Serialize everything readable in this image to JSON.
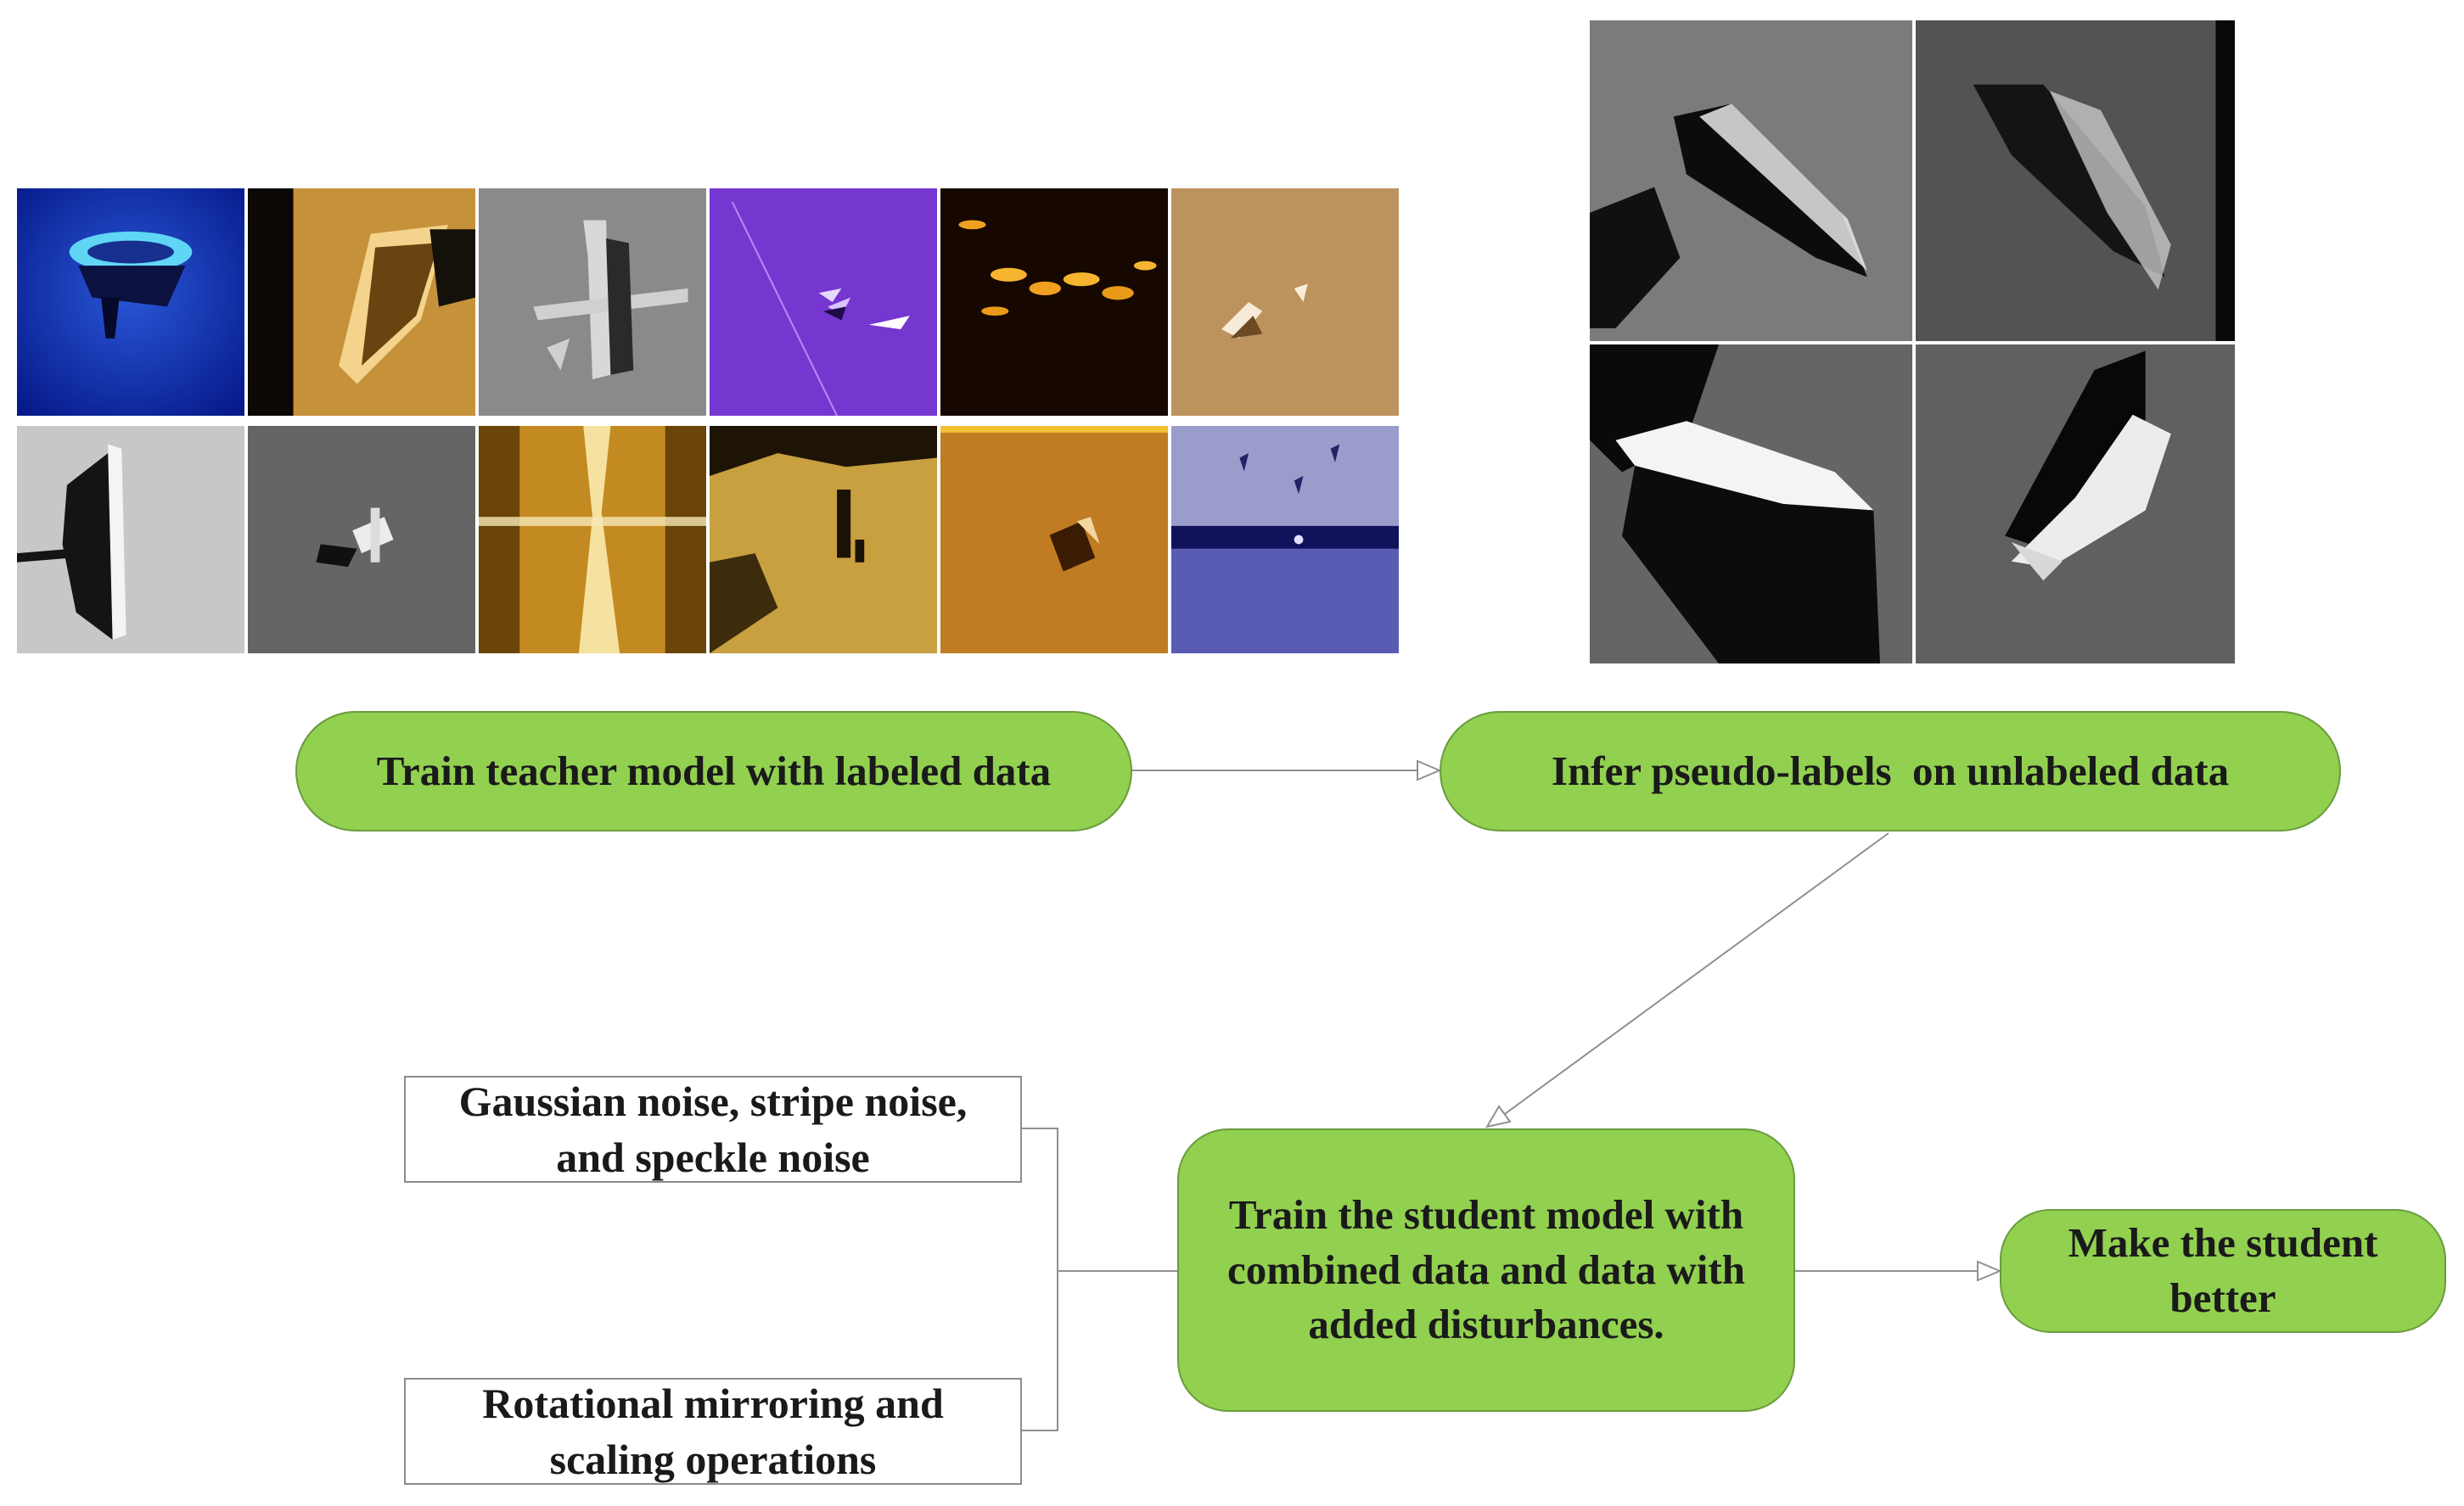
{
  "figure": {
    "labeled_samples": [
      {
        "icon": "sonar-shipwreck-image"
      },
      {
        "icon": "sonar-shipwreck-image"
      },
      {
        "icon": "sonar-airplane-image"
      },
      {
        "icon": "sonar-fish-image"
      },
      {
        "icon": "sonar-fish-school-image"
      },
      {
        "icon": "sonar-target-image"
      },
      {
        "icon": "sonar-shipwreck-image"
      },
      {
        "icon": "sonar-airplane-image"
      },
      {
        "icon": "sonar-pipeline-image"
      },
      {
        "icon": "sonar-shipwreck-image"
      },
      {
        "icon": "sonar-target-image"
      },
      {
        "icon": "sonar-fish-school-image"
      }
    ],
    "unlabeled_samples": [
      {
        "icon": "sonar-shipwreck-image"
      },
      {
        "icon": "sonar-shipwreck-image"
      },
      {
        "icon": "sonar-shipwreck-image"
      },
      {
        "icon": "sonar-shipwreck-image"
      }
    ],
    "steps": {
      "teacher": "Train teacher model with labeled data",
      "infer": "Infer pseudo-labels  on unlabeled data",
      "student": "Train the student model with combined data and data with added disturbances.",
      "better": "Make the student better"
    },
    "disturbances": {
      "noise": "Gaussian noise, stripe noise, and speckle noise",
      "geometric": "Rotational mirroring and scaling operations"
    },
    "colors": {
      "step_fill": "#92d050",
      "step_border": "#6a9c3c",
      "box_border": "#8c8c8c",
      "arrow": "#909090"
    }
  }
}
